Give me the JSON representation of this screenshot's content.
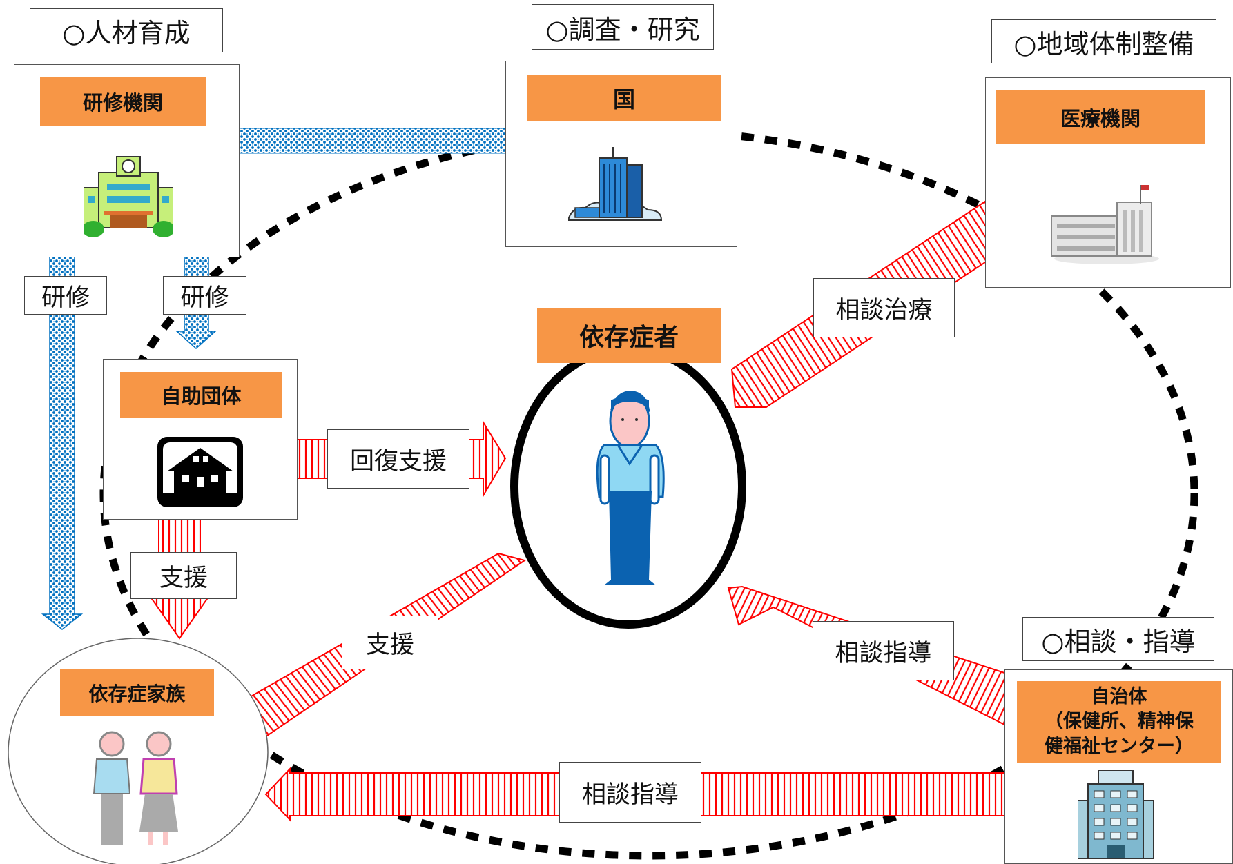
{
  "categories": {
    "training": "○人材育成",
    "research": "○調査・研究",
    "regional": "○地域体制整備",
    "consultation": "○相談・指導"
  },
  "nodes": {
    "training_institution": "研修機関",
    "government": "国",
    "medical_institution": "医療機関",
    "patient": "依存症者",
    "self_help_group": "自助団体",
    "family": "依存症家族",
    "municipality": {
      "line1": "自治体",
      "line2": "（保健所、精神保",
      "line3": "健福祉センター）"
    }
  },
  "arrows": {
    "training_1": "研修",
    "training_2": "研修",
    "consult_treat": "相談治療",
    "recovery_support": "回復支援",
    "support_group_to_family": "支援",
    "support_family_to_patient": "支援",
    "guidance_to_patient": "相談指導",
    "guidance_to_family": "相談指導"
  },
  "colors": {
    "orange": "#f79646",
    "red_arrow": "#ff0000",
    "blue_dots": "#0070c0"
  }
}
